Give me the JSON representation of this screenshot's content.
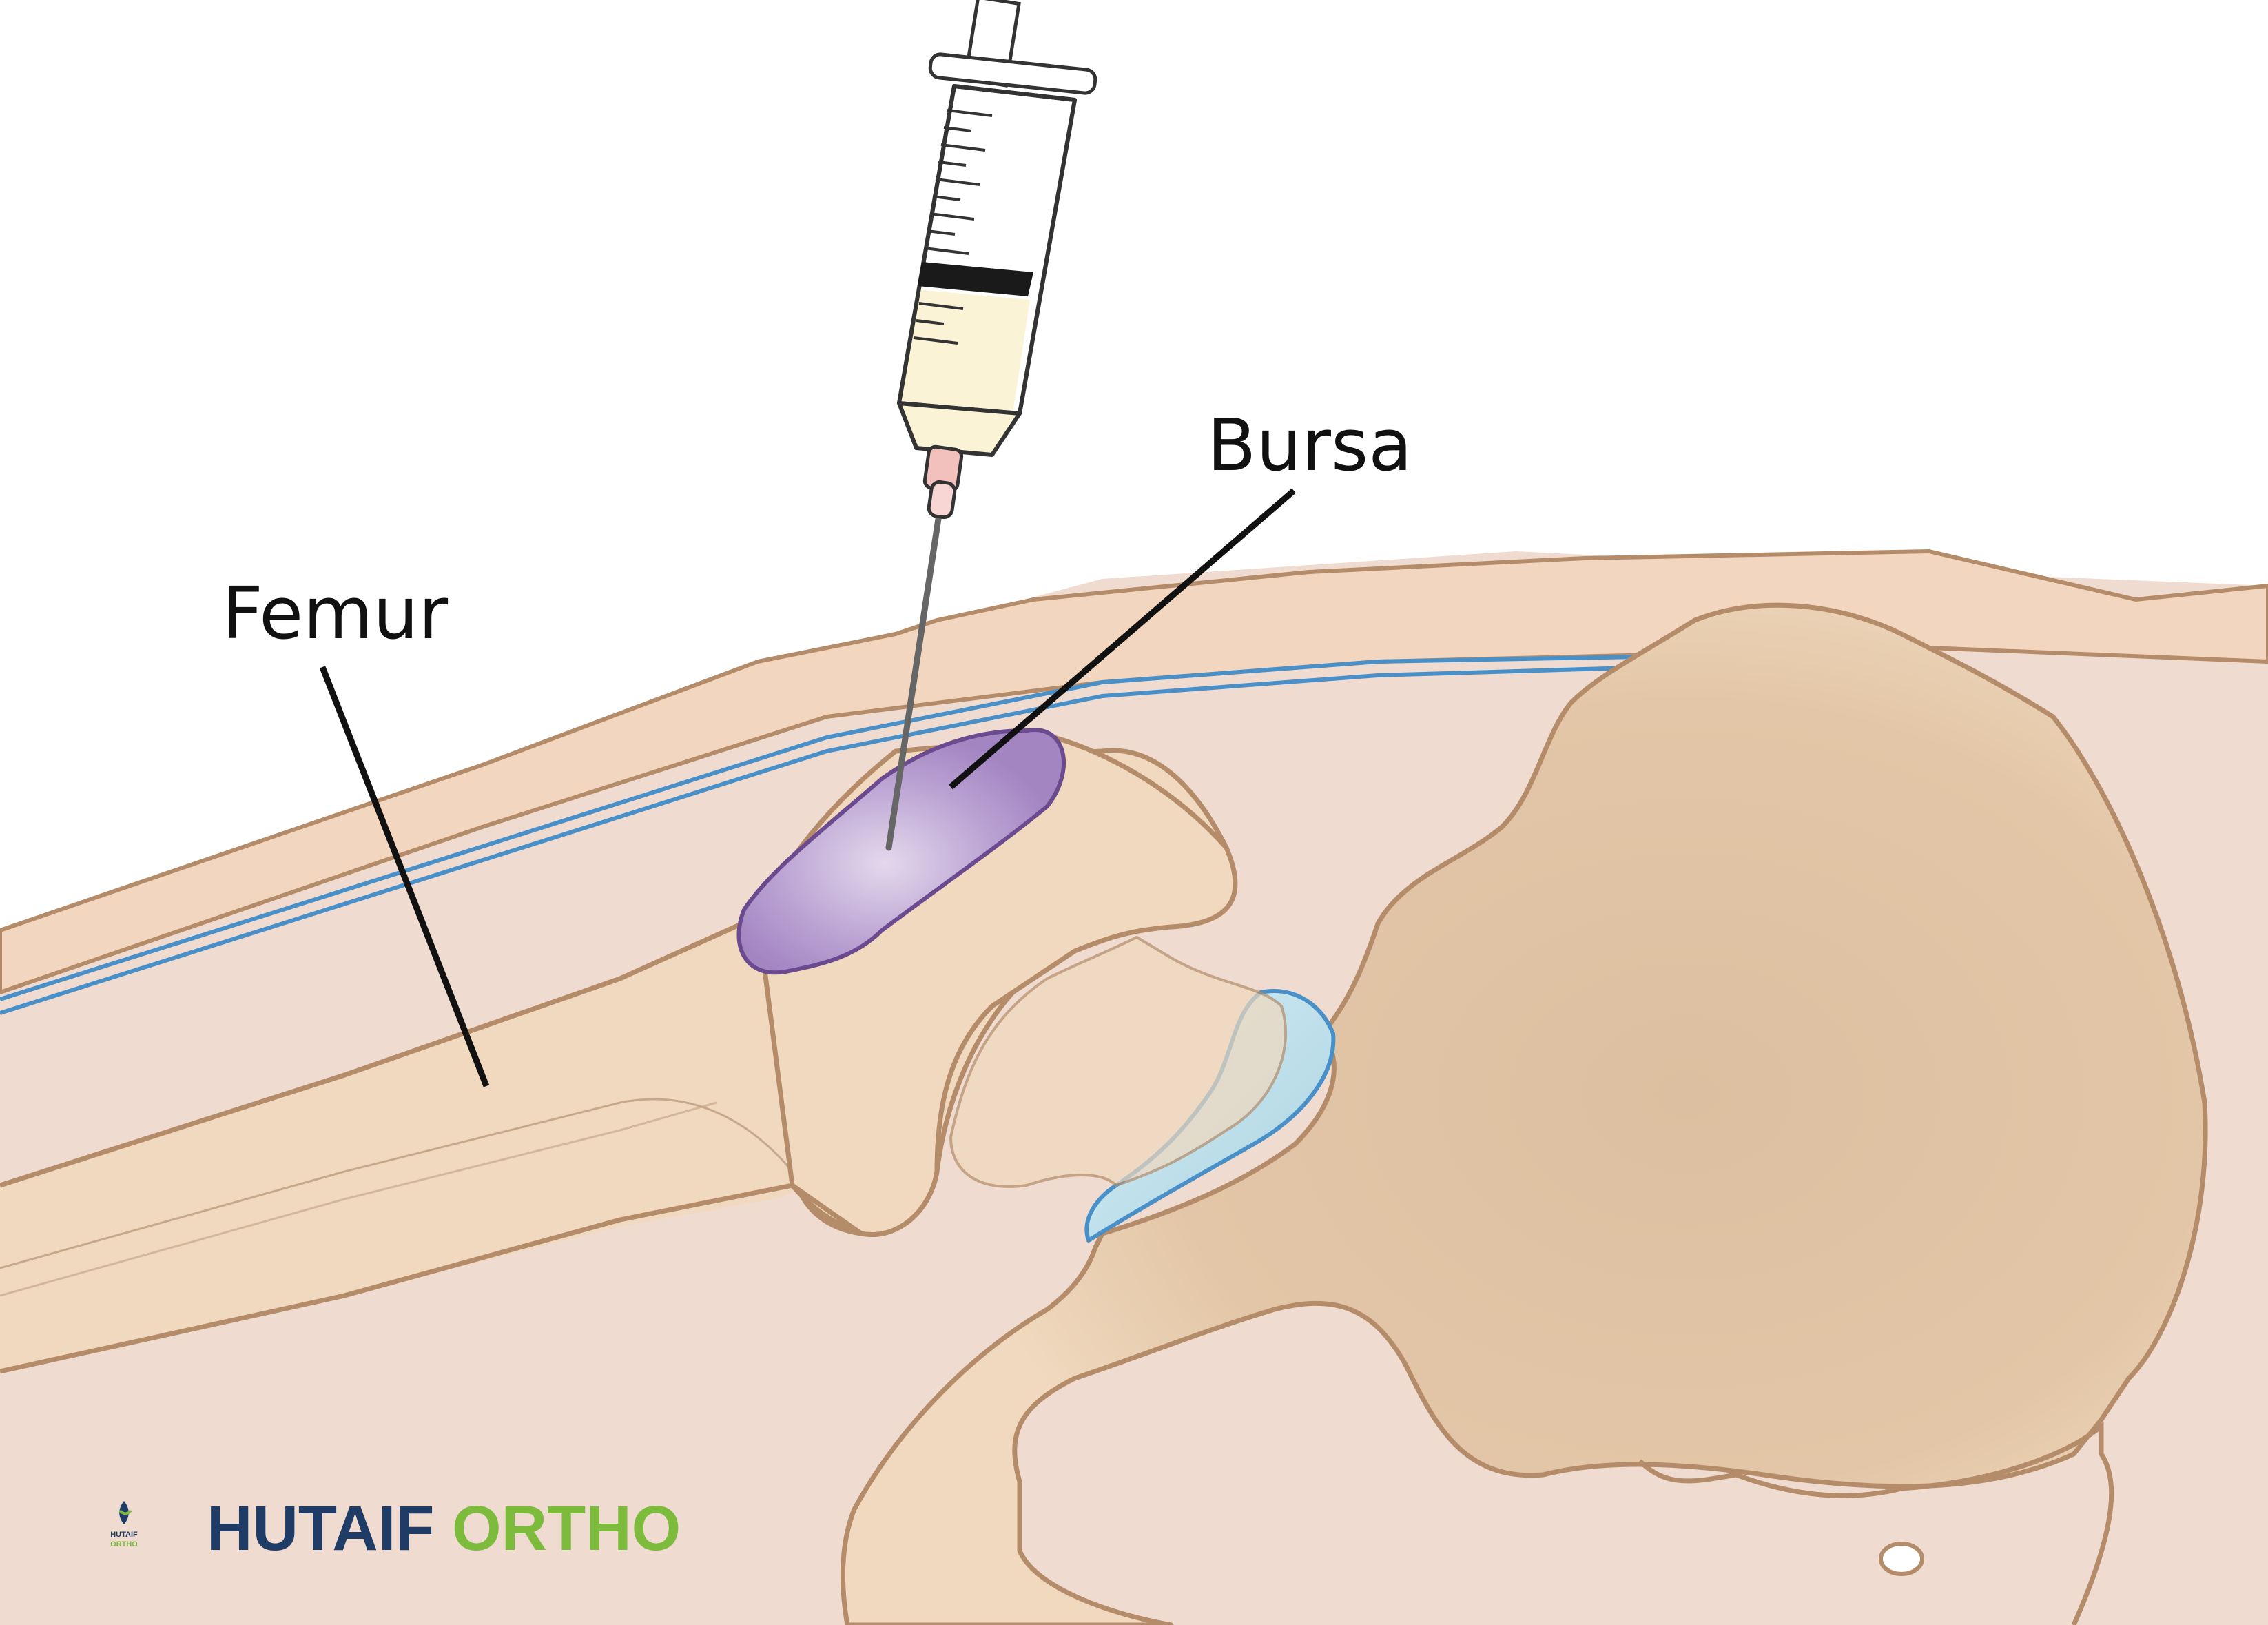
{
  "labels": {
    "femur": "Femur",
    "bursa": "Bursa"
  },
  "brand": {
    "name_part1": "HUTAIF",
    "name_part2": "ORTHO",
    "logo_word1": "HUTAIF",
    "logo_word2": "ORTHO"
  },
  "colors": {
    "background": "#ffffff",
    "tissue": "#efdbcf",
    "skin": "#f3d6bf",
    "bone": "#f0d9be",
    "bone_shade": "#e1c3a4",
    "outline": "#b48c69",
    "fascia_blue": "#4a90c8",
    "bursa": "#a688c4",
    "cartilage": "#bfe0ea",
    "syringe_fluid": "#fbf3d6",
    "needle_hub": "#f3c1bd",
    "brand_navy": "#1f3c67",
    "brand_green": "#7cbb3c"
  },
  "icons": [
    "syringe-icon",
    "brand-logo-icon"
  ]
}
